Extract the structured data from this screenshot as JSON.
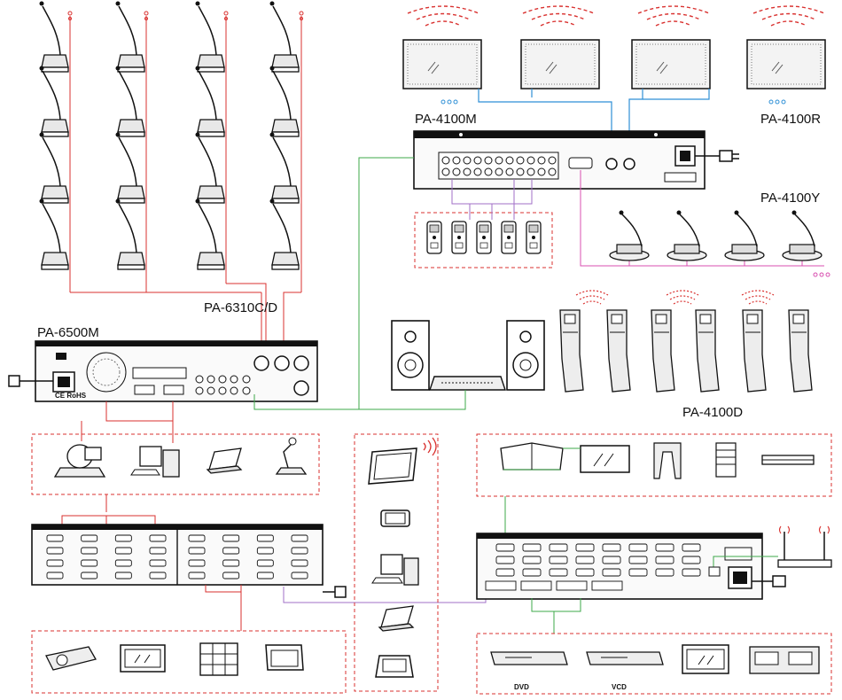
{
  "labels": {
    "pa6310": "PA-6310C/D",
    "pa6500": "PA-6500M",
    "pa4100m": "PA-4100M",
    "pa4100r": "PA-4100R",
    "pa4100y": "PA-4100Y",
    "pa4100d": "PA-4100D",
    "dvd": "DVD",
    "vcd": "VCD",
    "ce_rohs": "CE RoHS"
  },
  "colors": {
    "red_line": "#d9312f",
    "green_line": "#3da84a",
    "pink_line": "#d84fb0",
    "purple_line": "#a06fc7",
    "blue_line": "#2e8fd6",
    "dashed_box": "#d9312f"
  }
}
